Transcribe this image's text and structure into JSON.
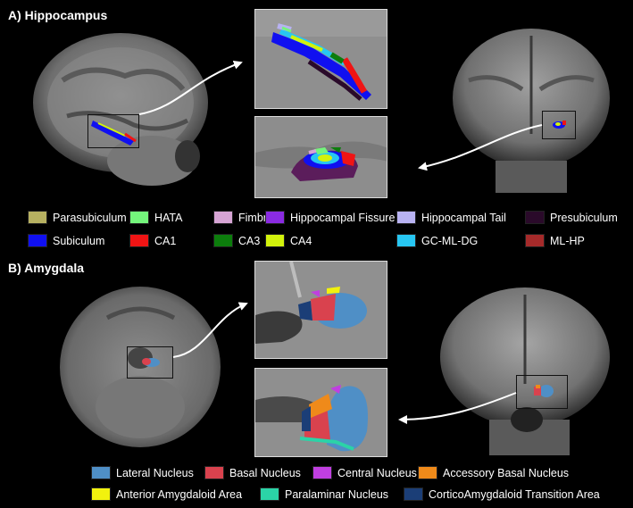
{
  "panels": {
    "hippocampus": {
      "title": "A) Hippocampus",
      "legend": [
        {
          "label": "Parasubiculum",
          "color": "#b6b061"
        },
        {
          "label": "HATA",
          "color": "#74f57c"
        },
        {
          "label": "Fimbria",
          "color": "#d6a4d4"
        },
        {
          "label": "Hippocampal Fissure",
          "color": "#8a2be2"
        },
        {
          "label": "Hippocampal Tail",
          "color": "#b8b2f2"
        },
        {
          "label": "Presubiculum",
          "color": "#2a0a2a"
        },
        {
          "label": "Subiculum",
          "color": "#1010f0"
        },
        {
          "label": "CA1",
          "color": "#f01414"
        },
        {
          "label": "CA3",
          "color": "#0c7d0c"
        },
        {
          "label": "CA4",
          "color": "#d2f20c"
        },
        {
          "label": "GC-ML-DG",
          "color": "#27c6f2"
        },
        {
          "label": "ML-HP",
          "color": "#a52a2a"
        }
      ]
    },
    "amygdala": {
      "title": "B) Amygdala",
      "legend": [
        {
          "label": "Lateral Nucleus",
          "color": "#4f8fc6"
        },
        {
          "label": "Basal Nucleus",
          "color": "#d9424e"
        },
        {
          "label": "Central Nucleus",
          "color": "#c03fe0"
        },
        {
          "label": "Accessory Basal Nucleus",
          "color": "#ef8a1a"
        },
        {
          "label": "Anterior Amygdaloid Area",
          "color": "#f2f20e"
        },
        {
          "label": "Paralaminar Nucleus",
          "color": "#2bd3a7"
        },
        {
          "label": "CorticoAmygdaloid Transition Area",
          "color": "#1b3e77"
        }
      ]
    }
  }
}
